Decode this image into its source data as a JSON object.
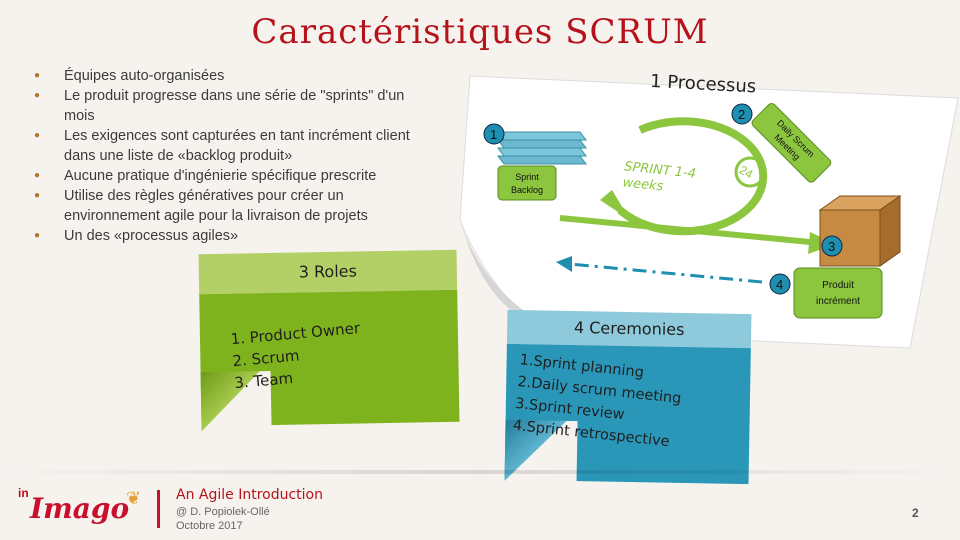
{
  "title": "Caractéristiques SCRUM",
  "bullets": [
    "Équipes auto-organisées",
    "Le produit progresse dans une série de \"sprints\" d'un mois",
    "Les exigences sont capturées en tant incrément client dans une liste de «backlog produit»",
    "Aucune pratique d'ingénierie spécifique prescrite",
    "Utilise des règles génératives pour créer un environnement agile pour la livraison de projets",
    "Un des «processus agiles»"
  ],
  "process": {
    "heading": "1 Processus",
    "sprint_backlog": "Sprint Backlog",
    "sprint_text": "SPRINT 1-4 weeks",
    "daily_scrum": "Daily Scrum Meeting",
    "cycle_24": "24",
    "product_increment": "Produit incrément",
    "num1": "1",
    "num2": "2",
    "num3": "3",
    "num4": "4"
  },
  "roles": {
    "heading": "3 Roles",
    "items": [
      "1.  Product Owner",
      "2.  Scrum",
      "3.  Team"
    ]
  },
  "ceremonies": {
    "heading": "4 Ceremonies",
    "items": [
      "1.Sprint planning",
      "2.Daily scrum meeting",
      "3.Sprint review",
      "4.Sprint retrospective"
    ]
  },
  "footer": {
    "logo_in": "in",
    "logo_text": "Imago",
    "course": "An Agile Introduction",
    "author": "@ D. Popiolek-Ollé",
    "date": "Octobre 2017",
    "page": "2"
  },
  "colors": {
    "title": "#b5121b",
    "green_note": "#7fb31e",
    "blue_note": "#2a97b9",
    "arrow_green": "#8cc63f",
    "arrow_blue": "#1e8fb0"
  }
}
